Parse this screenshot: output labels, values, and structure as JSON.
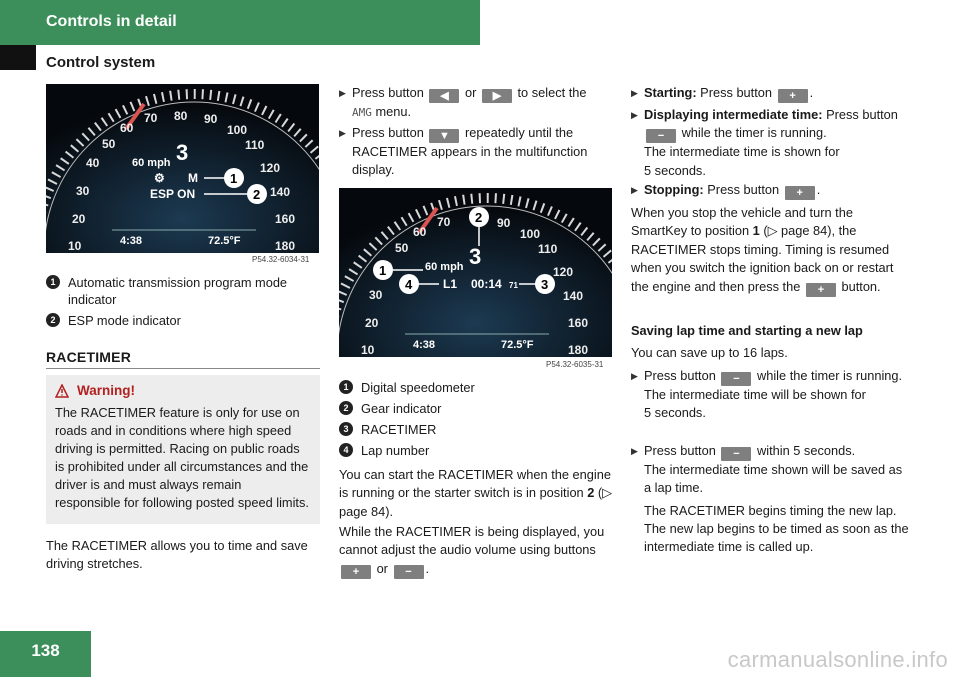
{
  "header": {
    "title": "Controls in detail",
    "subtitle": "Control system"
  },
  "page_number": "138",
  "watermark": "carmanualsonline.info",
  "figure1": {
    "caption": "P54.32-6034-31",
    "dial_numbers": [
      "10",
      "20",
      "30",
      "40",
      "50",
      "60",
      "70",
      "80",
      "90",
      "100",
      "110",
      "120",
      "140",
      "160",
      "180"
    ],
    "speed": "60 mph",
    "gear": "3",
    "program": "M",
    "esp": "ESP ON",
    "time": "4:38",
    "temp": "72.5°F",
    "callouts": [
      "1",
      "2"
    ]
  },
  "legend1": [
    {
      "num": "1",
      "text": "Automatic transmission program mode indicator"
    },
    {
      "num": "2",
      "text": "ESP mode indicator"
    }
  ],
  "racetimer_heading": "RACETIMER",
  "warning": {
    "title": "Warning!",
    "text": "The RACETIMER feature is only for use on roads and in conditions where high speed driving is permitted. Racing on public roads is prohibited under all circumstances and the driver is and must always remain responsible for following posted speed limits."
  },
  "intro": "The RACETIMER allows you to time and save driving stretches.",
  "col2": {
    "step1_pre": "Press button",
    "step1_mid": "or",
    "step1_post": "to select the",
    "amg": "AMG",
    "step1_end": "menu.",
    "step2_pre": "Press button",
    "step2_post": "repeatedly until the RACETIMER appears in the multifunction display.",
    "caption": "P54.32-6035-31",
    "legend": [
      {
        "num": "1",
        "text": "Digital speedometer"
      },
      {
        "num": "2",
        "text": "Gear indicator"
      },
      {
        "num": "3",
        "text": "RACETIMER"
      },
      {
        "num": "4",
        "text": "Lap number"
      }
    ],
    "p1_a": "You can start the RACETIMER when the engine is running or the starter switch is in position",
    "p1_pos": "2",
    "p1_b": "(▷ page 84).",
    "p2_a": "While the RACETIMER is being displayed, you cannot adjust the audio volume using buttons",
    "p2_or": "or",
    "p2_end": "."
  },
  "figure2": {
    "speed": "60 mph",
    "gear": "3",
    "lap": "L1",
    "timer": "00:14",
    "timer_sub": "71",
    "time": "4:38",
    "temp": "72.5°F",
    "callouts": [
      "1",
      "2",
      "3",
      "4"
    ]
  },
  "col3": {
    "starting_label": "Starting:",
    "starting_text": "Press button",
    "inter_label": "Displaying intermediate time:",
    "inter_text_a": "Press button",
    "inter_text_b": "while the timer is running.",
    "inter_text_c": "The intermediate time is shown for",
    "inter_text_d": "5 seconds.",
    "stopping_label": "Stopping:",
    "stopping_text": "Press button",
    "stop_para_a": "When you stop the vehicle and turn the SmartKey to position",
    "stop_pos": "1",
    "stop_para_b": "(▷ page 84), the RACETIMER stops timing. Timing is resumed when you switch the ignition back on or restart the engine and then press the",
    "stop_para_c": "button.",
    "save_heading": "Saving lap time and starting a new lap",
    "save_intro": "You can save up to 16 laps.",
    "s1_a": "Press button",
    "s1_b": "while the timer is running.",
    "s1_c": "The intermediate time will be shown for",
    "s1_d": "5 seconds.",
    "s2_a": "Press button",
    "s2_b": "within 5 seconds.",
    "s2_c": "The intermediate time shown will be saved as a lap time.",
    "s2_d": "The RACETIMER begins timing the new lap. The new lap begins to be timed as soon as the intermediate time is called up."
  },
  "buttons": {
    "left": "◀",
    "right": "▶",
    "down": "▼",
    "plus": "+",
    "minus": "−"
  }
}
